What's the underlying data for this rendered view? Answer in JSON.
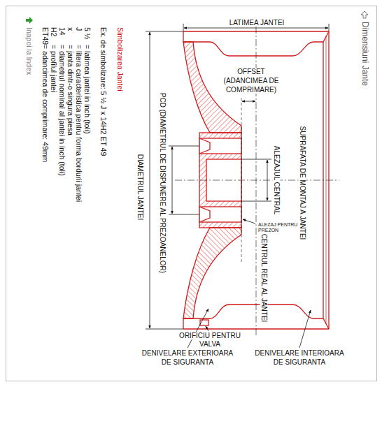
{
  "diagram": {
    "title": "Dimensiuni Jante",
    "labels": [
      "LATIMEA JANTEI",
      "OFFSET",
      "(ADANCIMEA DE",
      "COMPRIMARE)",
      "SUPRAFATA DE MONTAJ A JANTEI",
      "ALEZAJUL CENTRAL",
      "PCD (DIAMETRUL DE DISPUNERE AL PREZOANELOR)",
      "DIAMETRUL JANTEI",
      "ALEZAJ PENTRU",
      "PREZON",
      "CENTRUL REAL AL JANTEI",
      "ORIFICIU PENTRU",
      "VALVA",
      "DENIVELARE EXTERIOARA",
      "DE SIGURANTA",
      "DENIVELARE INTERIOARA",
      "DE SIGURANTA",
      "Simbolizarea Jantei",
      "Ex. de simbolizare: 5 ½ J x 14H2 ET 49",
      "5 ½",
      "= latimea jantei in inch (toli)",
      "J",
      "= litera caracteristica pentru forma bordurii jantei",
      "x",
      "= janta dintr-o singura piesa",
      "14",
      "= diametrul nominal al jantei in inch (toli)",
      "H2",
      "= profilul jantei",
      "ET49",
      "= adancimea de comprimare: 49mm",
      "Inapoi la Index"
    ]
  }
}
